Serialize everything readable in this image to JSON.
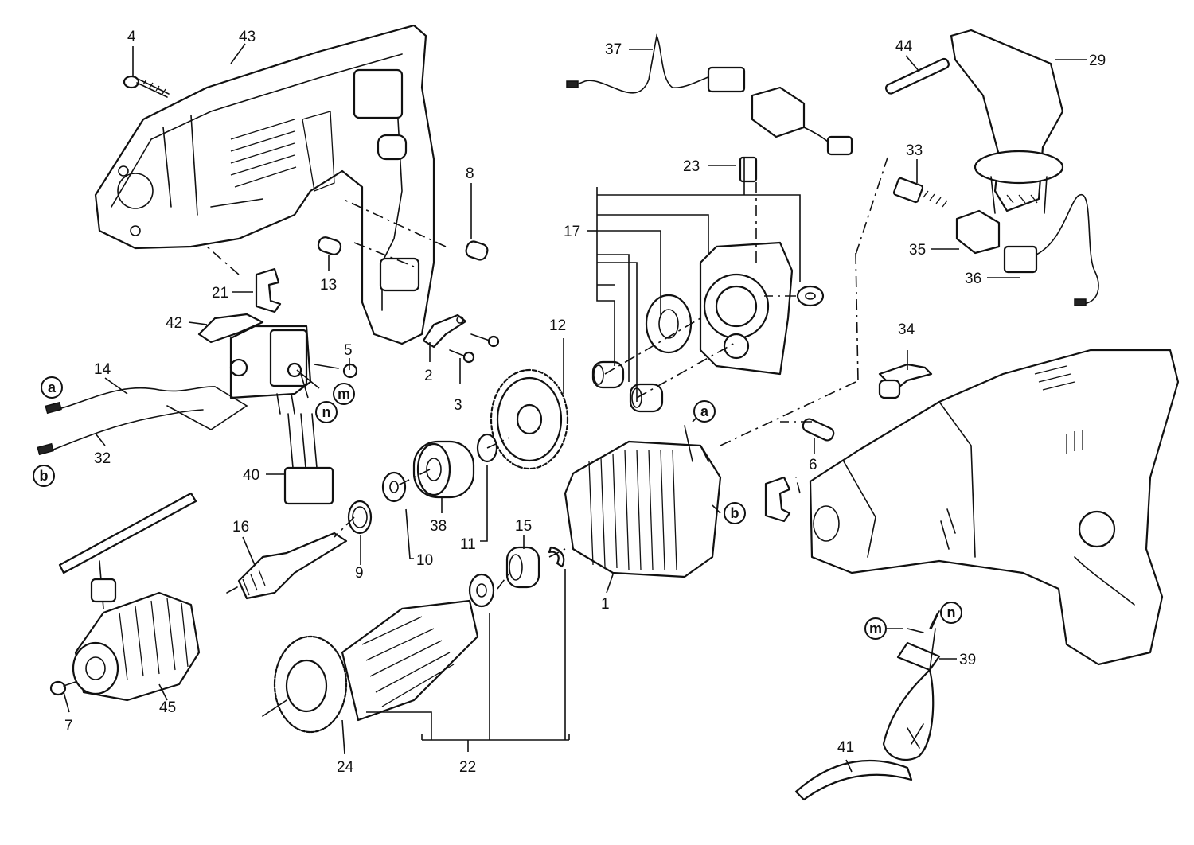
{
  "callouts": {
    "c1": "1",
    "c2": "2",
    "c3": "3",
    "c4": "4",
    "c5": "5",
    "c6": "6",
    "c7": "7",
    "c8": "8",
    "c9": "9",
    "c10": "10",
    "c11": "11",
    "c12": "12",
    "c13": "13",
    "c14": "14",
    "c15": "15",
    "c16": "16",
    "c17": "17",
    "c21": "21",
    "c22": "22",
    "c23": "23",
    "c24": "24",
    "c29": "29",
    "c32": "32",
    "c33": "33",
    "c34": "34",
    "c35": "35",
    "c36": "36",
    "c37": "37",
    "c38": "38",
    "c39": "39",
    "c40": "40",
    "c41": "41",
    "c42": "42",
    "c43": "43",
    "c44": "44",
    "c45": "45"
  },
  "terminals": {
    "a_left": "a",
    "b_left": "b",
    "m_switch": "m",
    "n_switch": "n",
    "a_stator": "a",
    "b_stator": "b",
    "m_cord": "m",
    "n_cord": "n"
  }
}
